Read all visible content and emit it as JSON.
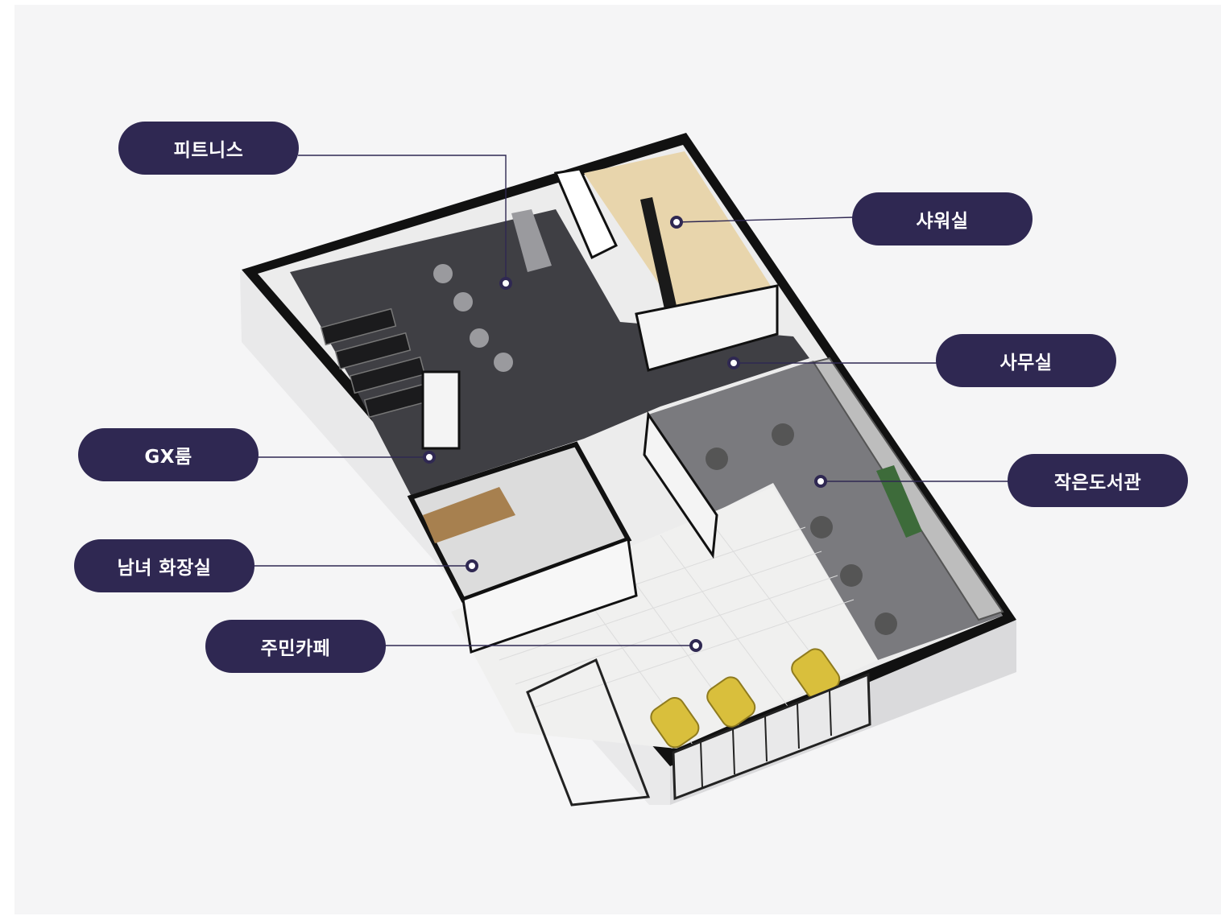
{
  "labels": [
    {
      "id": "fitness",
      "text": "피트니스"
    },
    {
      "id": "shower",
      "text": "샤워실"
    },
    {
      "id": "office",
      "text": "사무실"
    },
    {
      "id": "gx",
      "text": "GX룸"
    },
    {
      "id": "library",
      "text": "작은도서관"
    },
    {
      "id": "restroom",
      "text": "남녀 화장실"
    },
    {
      "id": "cafe",
      "text": "주민카페"
    }
  ],
  "colors": {
    "background": "#f5f5f6",
    "label_fill": "#2f2852",
    "label_text": "#ffffff",
    "leader_line": "#2f2852",
    "gym_floor": "#3f3f44",
    "tile_floor": "#ececec",
    "wall": "#111111",
    "sofa": "#d9bf3c",
    "wood": "#a7804f"
  },
  "icons": [
    "marker-dot-icon"
  ]
}
